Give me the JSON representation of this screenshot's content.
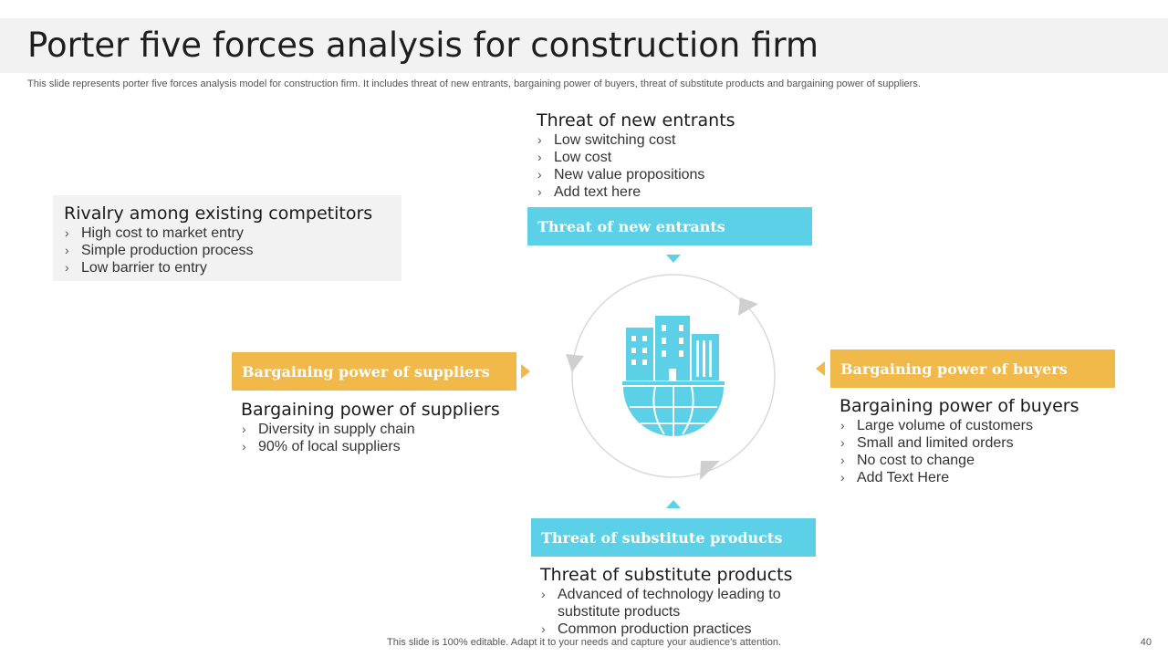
{
  "slide": {
    "title": "Porter five forces analysis for construction firm",
    "subtitle": "This slide represents porter five forces analysis model for construction firm. It includes threat of new entrants, bargaining power of buyers, threat of substitute products and bargaining power of suppliers.",
    "footer": "This slide is 100% editable. Adapt it to your needs and capture your audience's attention.",
    "page_number": "40"
  },
  "colors": {
    "blue": "#5bd0e6",
    "gold": "#f1b84a",
    "gray_box": "#f2f2f2"
  },
  "center_icon": "building-globe-icon",
  "forces": {
    "new_entrants": {
      "label": "Threat of new entrants",
      "heading": "Threat of new entrants",
      "bullets": [
        "Low switching cost",
        "Low cost",
        "New value propositions",
        "Add text here"
      ]
    },
    "rivalry": {
      "heading": "Rivalry among existing competitors",
      "bullets": [
        "High cost to market entry",
        "Simple production process",
        "Low barrier to entry"
      ]
    },
    "suppliers": {
      "label": "Bargaining  power of suppliers",
      "heading": "Bargaining power of suppliers",
      "bullets": [
        "Diversity in supply chain",
        "90% of local suppliers"
      ]
    },
    "buyers": {
      "label": "Bargaining  power of buyers",
      "heading": "Bargaining power of buyers",
      "bullets": [
        "Large volume  of customers",
        "Small and limited orders",
        "No cost to change",
        "Add Text Here"
      ]
    },
    "substitutes": {
      "label": "Threat of substitute  products",
      "heading": "Threat of substitute products",
      "bullets": [
        "Advanced of technology  leading to substitute  products",
        "Common production practices"
      ]
    }
  }
}
